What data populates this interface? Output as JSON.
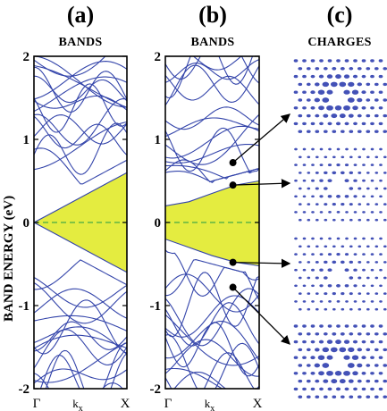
{
  "figure": {
    "panel_a": {
      "letter": "(a)",
      "title": "BANDS"
    },
    "panel_b": {
      "letter": "(b)",
      "title": "BANDS"
    },
    "panel_c": {
      "letter": "(c)",
      "title": "CHARGES"
    },
    "ylabel": "BAND ENERGY (eV)",
    "colors": {
      "bands": "#3344aa",
      "gap_fill": "#e4ec40",
      "fermi": "#44aa44",
      "charge": "#2233aa"
    }
  },
  "chart_data": [
    {
      "type": "line",
      "title": "BANDS",
      "ylabel": "BAND ENERGY (eV)",
      "ylim": [
        -2,
        2
      ],
      "yticks": [
        "-2",
        "-1",
        "0",
        "1",
        "2"
      ],
      "xticks": [
        "Γ",
        "k",
        "X"
      ],
      "xtick_sub": "x",
      "fermi_level": 0,
      "shaded_gap": {
        "x": [
          0,
          0.25,
          0.5,
          0.75,
          1
        ],
        "upper": [
          0,
          0.15,
          0.3,
          0.45,
          0.6
        ],
        "lower": [
          0,
          -0.15,
          -0.3,
          -0.45,
          -0.6
        ]
      }
    },
    {
      "type": "line",
      "title": "BANDS",
      "ylabel": "BAND ENERGY (eV)",
      "ylim": [
        -2,
        2
      ],
      "yticks": [
        "-2",
        "-1",
        "0",
        "1",
        "2"
      ],
      "xticks": [
        "Γ",
        "k",
        "X"
      ],
      "xtick_sub": "x",
      "fermi_level": 0,
      "shaded_gap": {
        "x": [
          0,
          0.25,
          0.5,
          0.75,
          1
        ],
        "upper": [
          0.2,
          0.25,
          0.35,
          0.45,
          0.5
        ],
        "lower": [
          -0.2,
          -0.3,
          -0.4,
          -0.48,
          -0.52
        ]
      },
      "marked_states_eV": [
        0.72,
        0.45,
        -0.48,
        -0.78
      ]
    }
  ]
}
